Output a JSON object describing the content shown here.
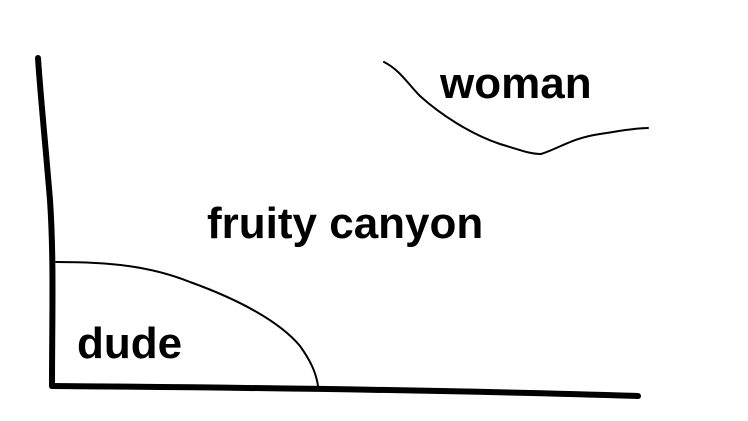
{
  "diagram": {
    "labels": {
      "woman": "woman",
      "canyon": "fruity canyon",
      "dude": "dude"
    },
    "colors": {
      "background": "#ffffff",
      "ink": "#000000"
    }
  }
}
